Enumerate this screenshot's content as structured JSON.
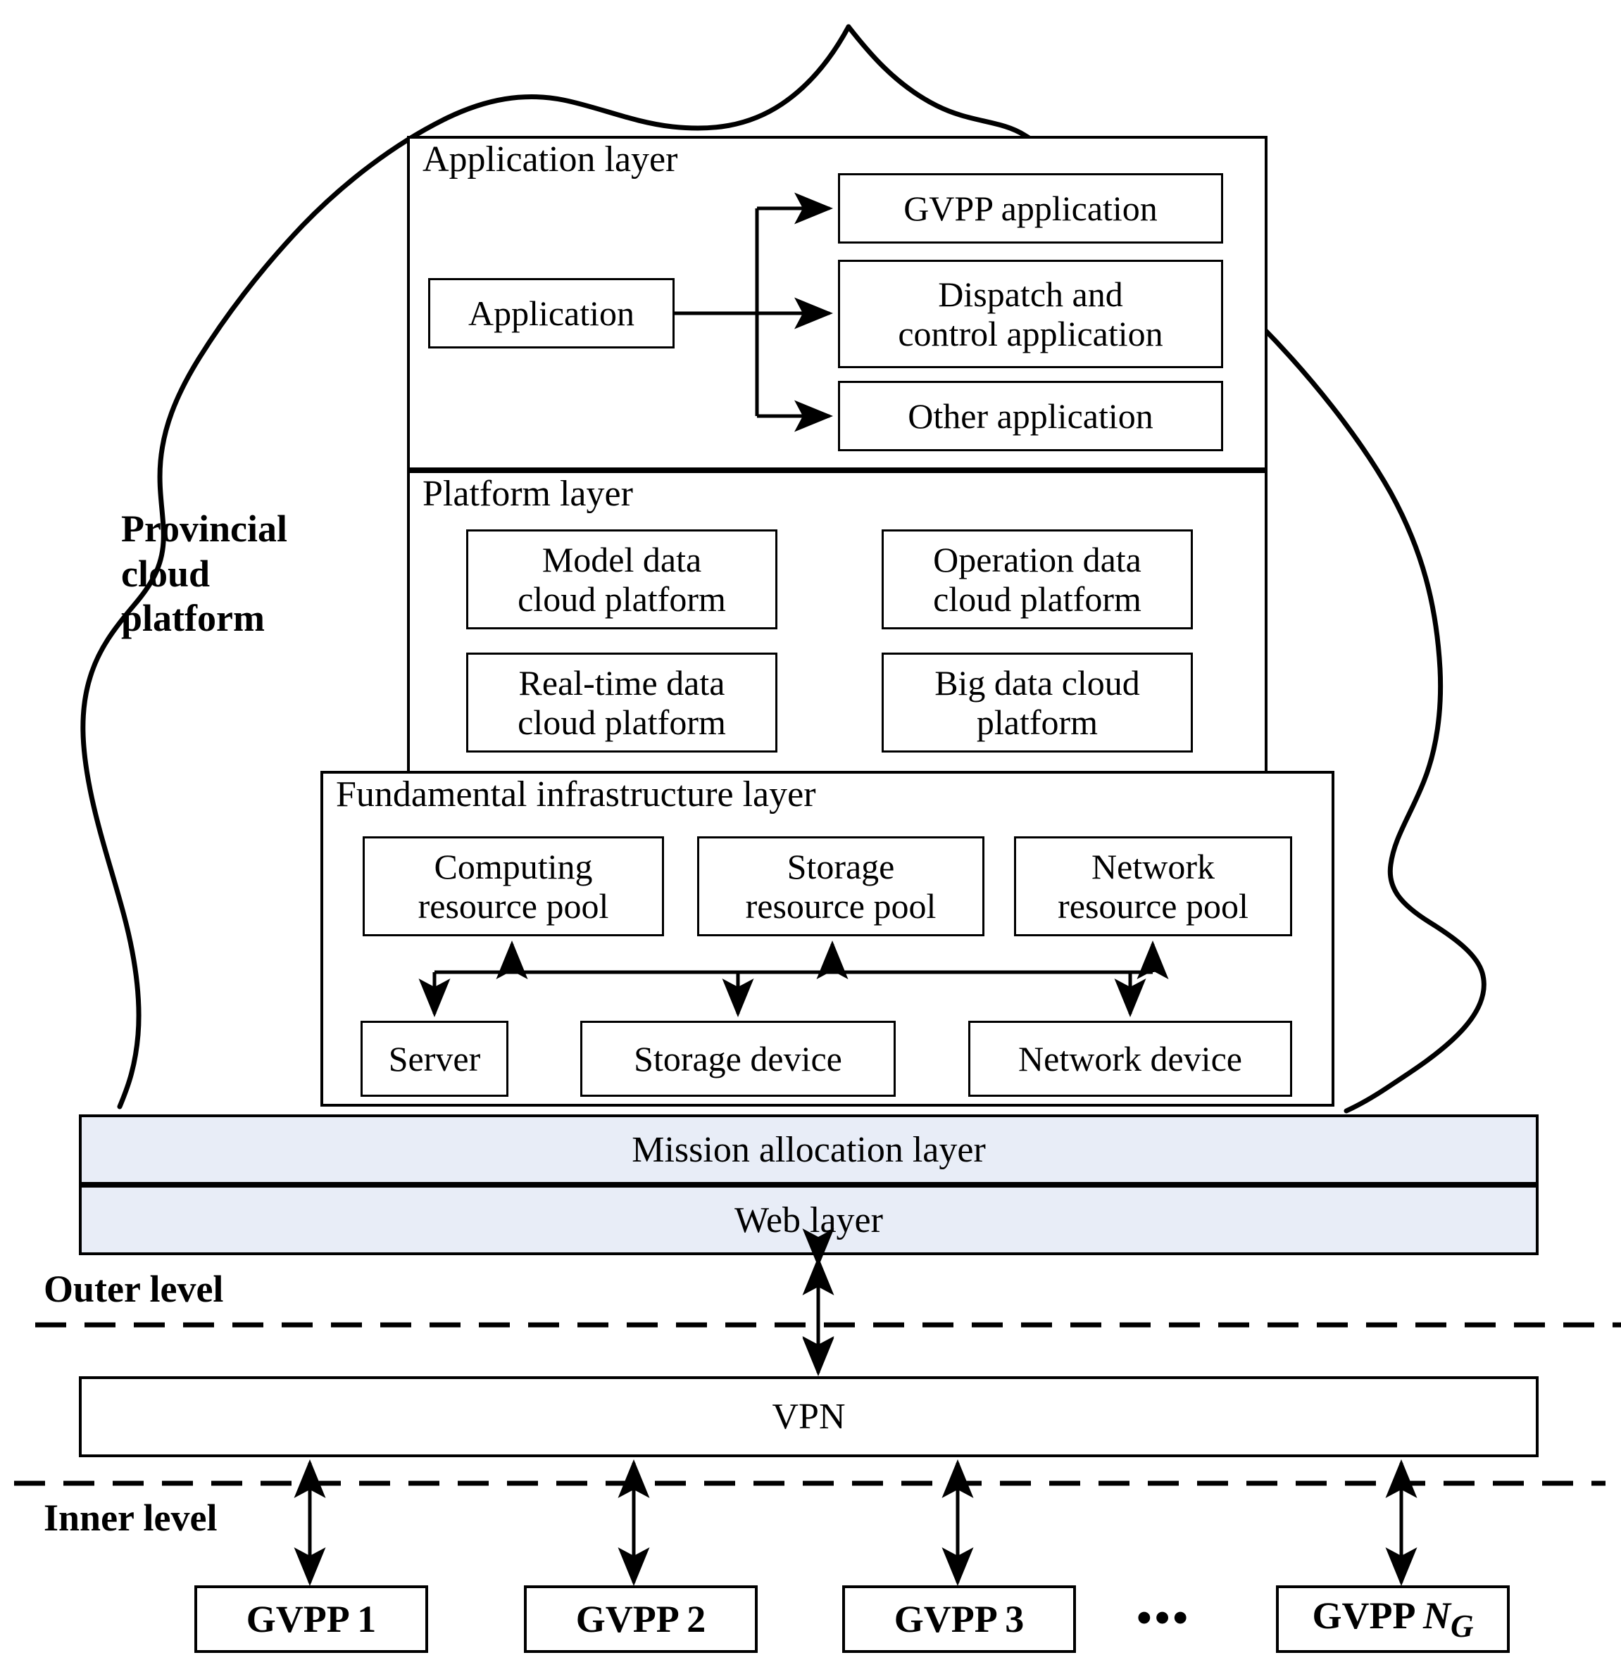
{
  "figure": {
    "title": "Provincial cloud platform architecture",
    "cloud_label": "Provincial\ncloud\nplatform",
    "accent_band_color": "#e8edf7",
    "line_color": "#000000"
  },
  "application_layer": {
    "title": "Application layer",
    "source_node": "Application",
    "targets": [
      "GVPP application",
      "Dispatch and\ncontrol application",
      "Other application"
    ]
  },
  "platform_layer": {
    "title": "Platform layer",
    "nodes": [
      "Model data\ncloud platform",
      "Operation data\ncloud platform",
      "Real-time data\ncloud platform",
      "Big data cloud\nplatform"
    ]
  },
  "infrastructure_layer": {
    "title": "Fundamental infrastructure layer",
    "pools": [
      "Computing\nresource pool",
      "Storage\nresource pool",
      "Network\nresource pool"
    ],
    "devices": [
      "Server",
      "Storage device",
      "Network device"
    ]
  },
  "bands": {
    "mission_allocation": "Mission allocation layer",
    "web": "Web layer",
    "vpn": "VPN"
  },
  "levels": {
    "outer": "Outer level",
    "inner": "Inner level"
  },
  "gvpp_units": {
    "items": [
      "GVPP 1",
      "GVPP 2",
      "GVPP 3"
    ],
    "ellipsis": "•••",
    "last_prefix": "GVPP ",
    "last_symbol": "N",
    "last_subscript": "G"
  }
}
